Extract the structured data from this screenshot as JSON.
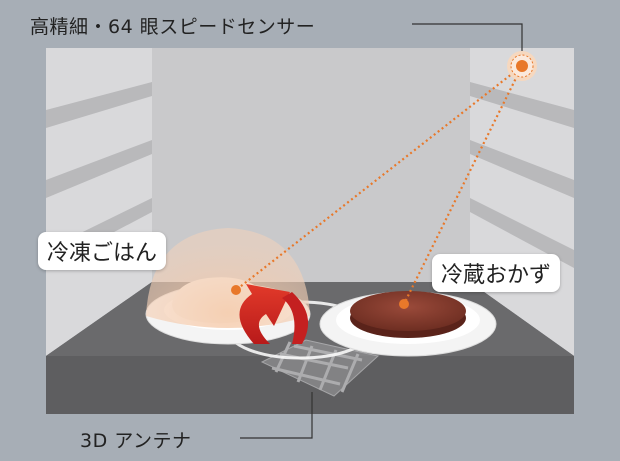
{
  "sensor_label": "高精細・64 眼スピードセンサー",
  "antenna_label": "3D アンテナ",
  "callouts": {
    "rice": "冷凍ごはん",
    "hamburg": "冷蔵おかず"
  },
  "colors": {
    "accent": "#e8782a",
    "background": "#a7aeb6",
    "oven_wall": "#cfcfd1",
    "oven_floor": "#5e5e60"
  }
}
